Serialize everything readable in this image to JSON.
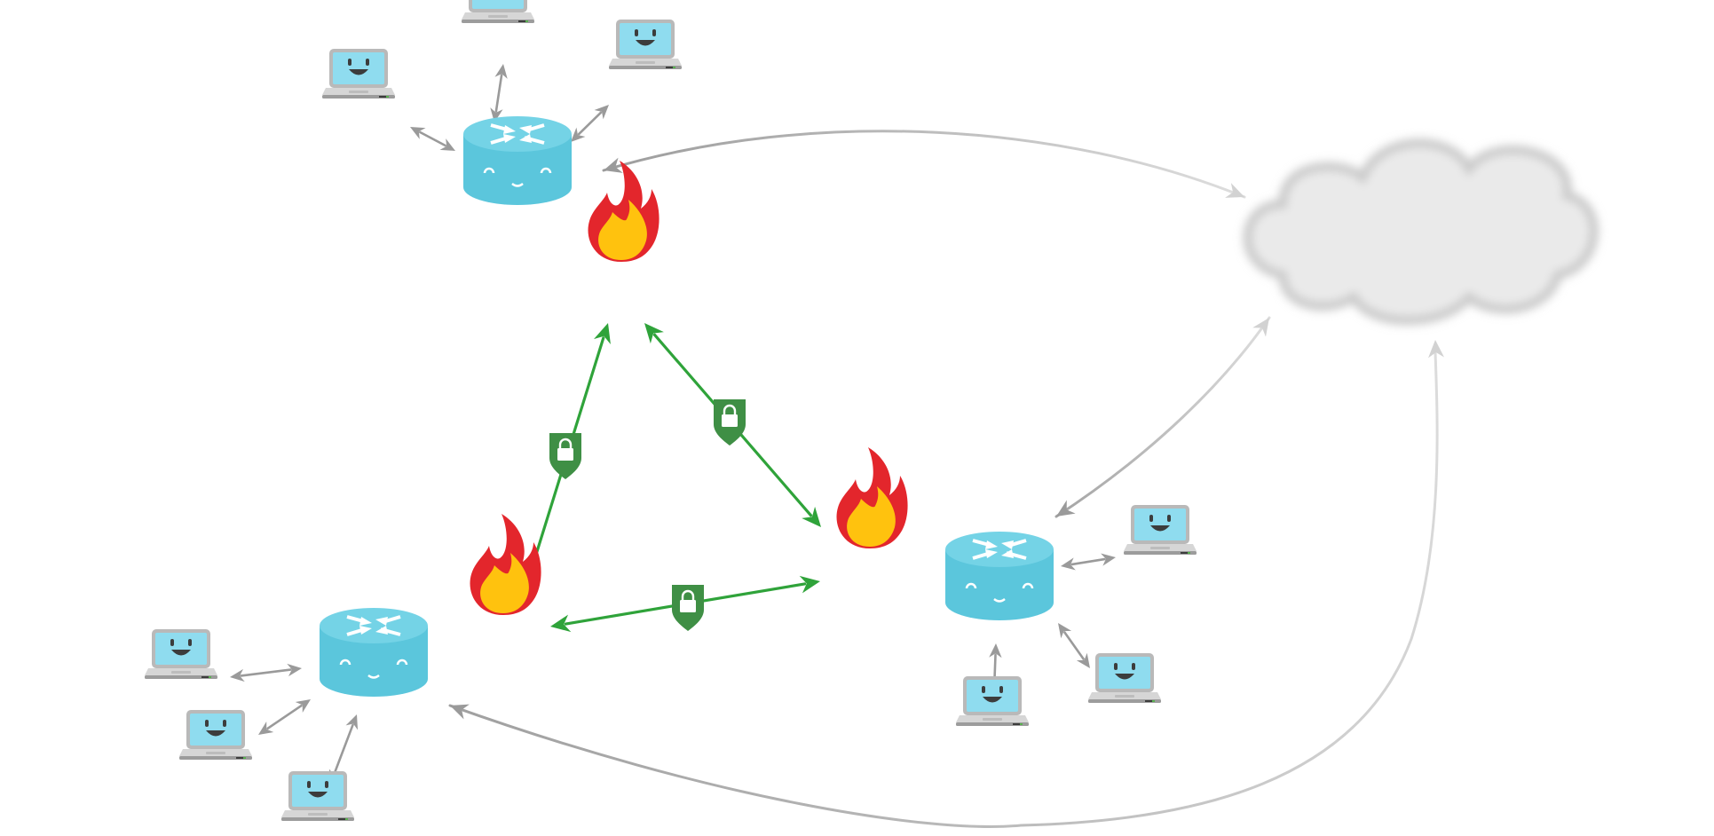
{
  "diagram": {
    "type": "network-topology",
    "node_kinds": {
      "laptop": "smiling-laptop-icon",
      "router": "smiling-router-icon",
      "firewall": "flame-firewall-icon",
      "internet": "cloud-icon",
      "tunnel": "shield-lock-icon"
    },
    "nodes": [
      {
        "id": "router-top",
        "kind": "router"
      },
      {
        "id": "router-bottom-left",
        "kind": "router"
      },
      {
        "id": "router-right",
        "kind": "router"
      },
      {
        "id": "firewall-top",
        "kind": "firewall"
      },
      {
        "id": "firewall-bottom-left",
        "kind": "firewall"
      },
      {
        "id": "firewall-right",
        "kind": "firewall"
      },
      {
        "id": "internet-cloud",
        "kind": "internet"
      },
      {
        "id": "laptop-top-1",
        "kind": "laptop"
      },
      {
        "id": "laptop-top-2",
        "kind": "laptop"
      },
      {
        "id": "laptop-top-3",
        "kind": "laptop"
      },
      {
        "id": "laptop-left-1",
        "kind": "laptop"
      },
      {
        "id": "laptop-left-2",
        "kind": "laptop"
      },
      {
        "id": "laptop-left-3",
        "kind": "laptop"
      },
      {
        "id": "laptop-right-1",
        "kind": "laptop"
      },
      {
        "id": "laptop-right-2",
        "kind": "laptop"
      },
      {
        "id": "laptop-right-3",
        "kind": "laptop"
      }
    ],
    "links": [
      {
        "from": "router-top",
        "to": "laptop-top-1",
        "style": "lan"
      },
      {
        "from": "router-top",
        "to": "laptop-top-2",
        "style": "lan"
      },
      {
        "from": "router-top",
        "to": "laptop-top-3",
        "style": "lan"
      },
      {
        "from": "router-bottom-left",
        "to": "laptop-left-1",
        "style": "lan"
      },
      {
        "from": "router-bottom-left",
        "to": "laptop-left-2",
        "style": "lan"
      },
      {
        "from": "router-bottom-left",
        "to": "laptop-left-3",
        "style": "lan"
      },
      {
        "from": "router-right",
        "to": "laptop-right-1",
        "style": "lan"
      },
      {
        "from": "router-right",
        "to": "laptop-right-2",
        "style": "lan"
      },
      {
        "from": "router-right",
        "to": "laptop-right-3",
        "style": "lan"
      },
      {
        "from": "router-top",
        "to": "internet-cloud",
        "style": "internet"
      },
      {
        "from": "router-right",
        "to": "internet-cloud",
        "style": "internet"
      },
      {
        "from": "router-bottom-left",
        "to": "internet-cloud",
        "style": "internet"
      },
      {
        "from": "firewall-top",
        "to": "firewall-bottom-left",
        "style": "vpn-tunnel"
      },
      {
        "from": "firewall-top",
        "to": "firewall-right",
        "style": "vpn-tunnel"
      },
      {
        "from": "firewall-bottom-left",
        "to": "firewall-right",
        "style": "vpn-tunnel"
      }
    ],
    "colors": {
      "background": "#ffffff",
      "lan_arrow": "#9a9a9a",
      "vpn_arrow": "#2fa33a",
      "shield": "#3f8f45",
      "router_body": "#5bc6dc",
      "router_top": "#74d3e6",
      "laptop_screen": "#8fdcef",
      "laptop_frame": "#b9b9b9",
      "flame_outer": "#e3262c",
      "flame_inner": "#ffc20e",
      "cloud": "#eaeaea",
      "cloud_edge": "#c9c9c9",
      "face": "#3c3c3c"
    }
  }
}
